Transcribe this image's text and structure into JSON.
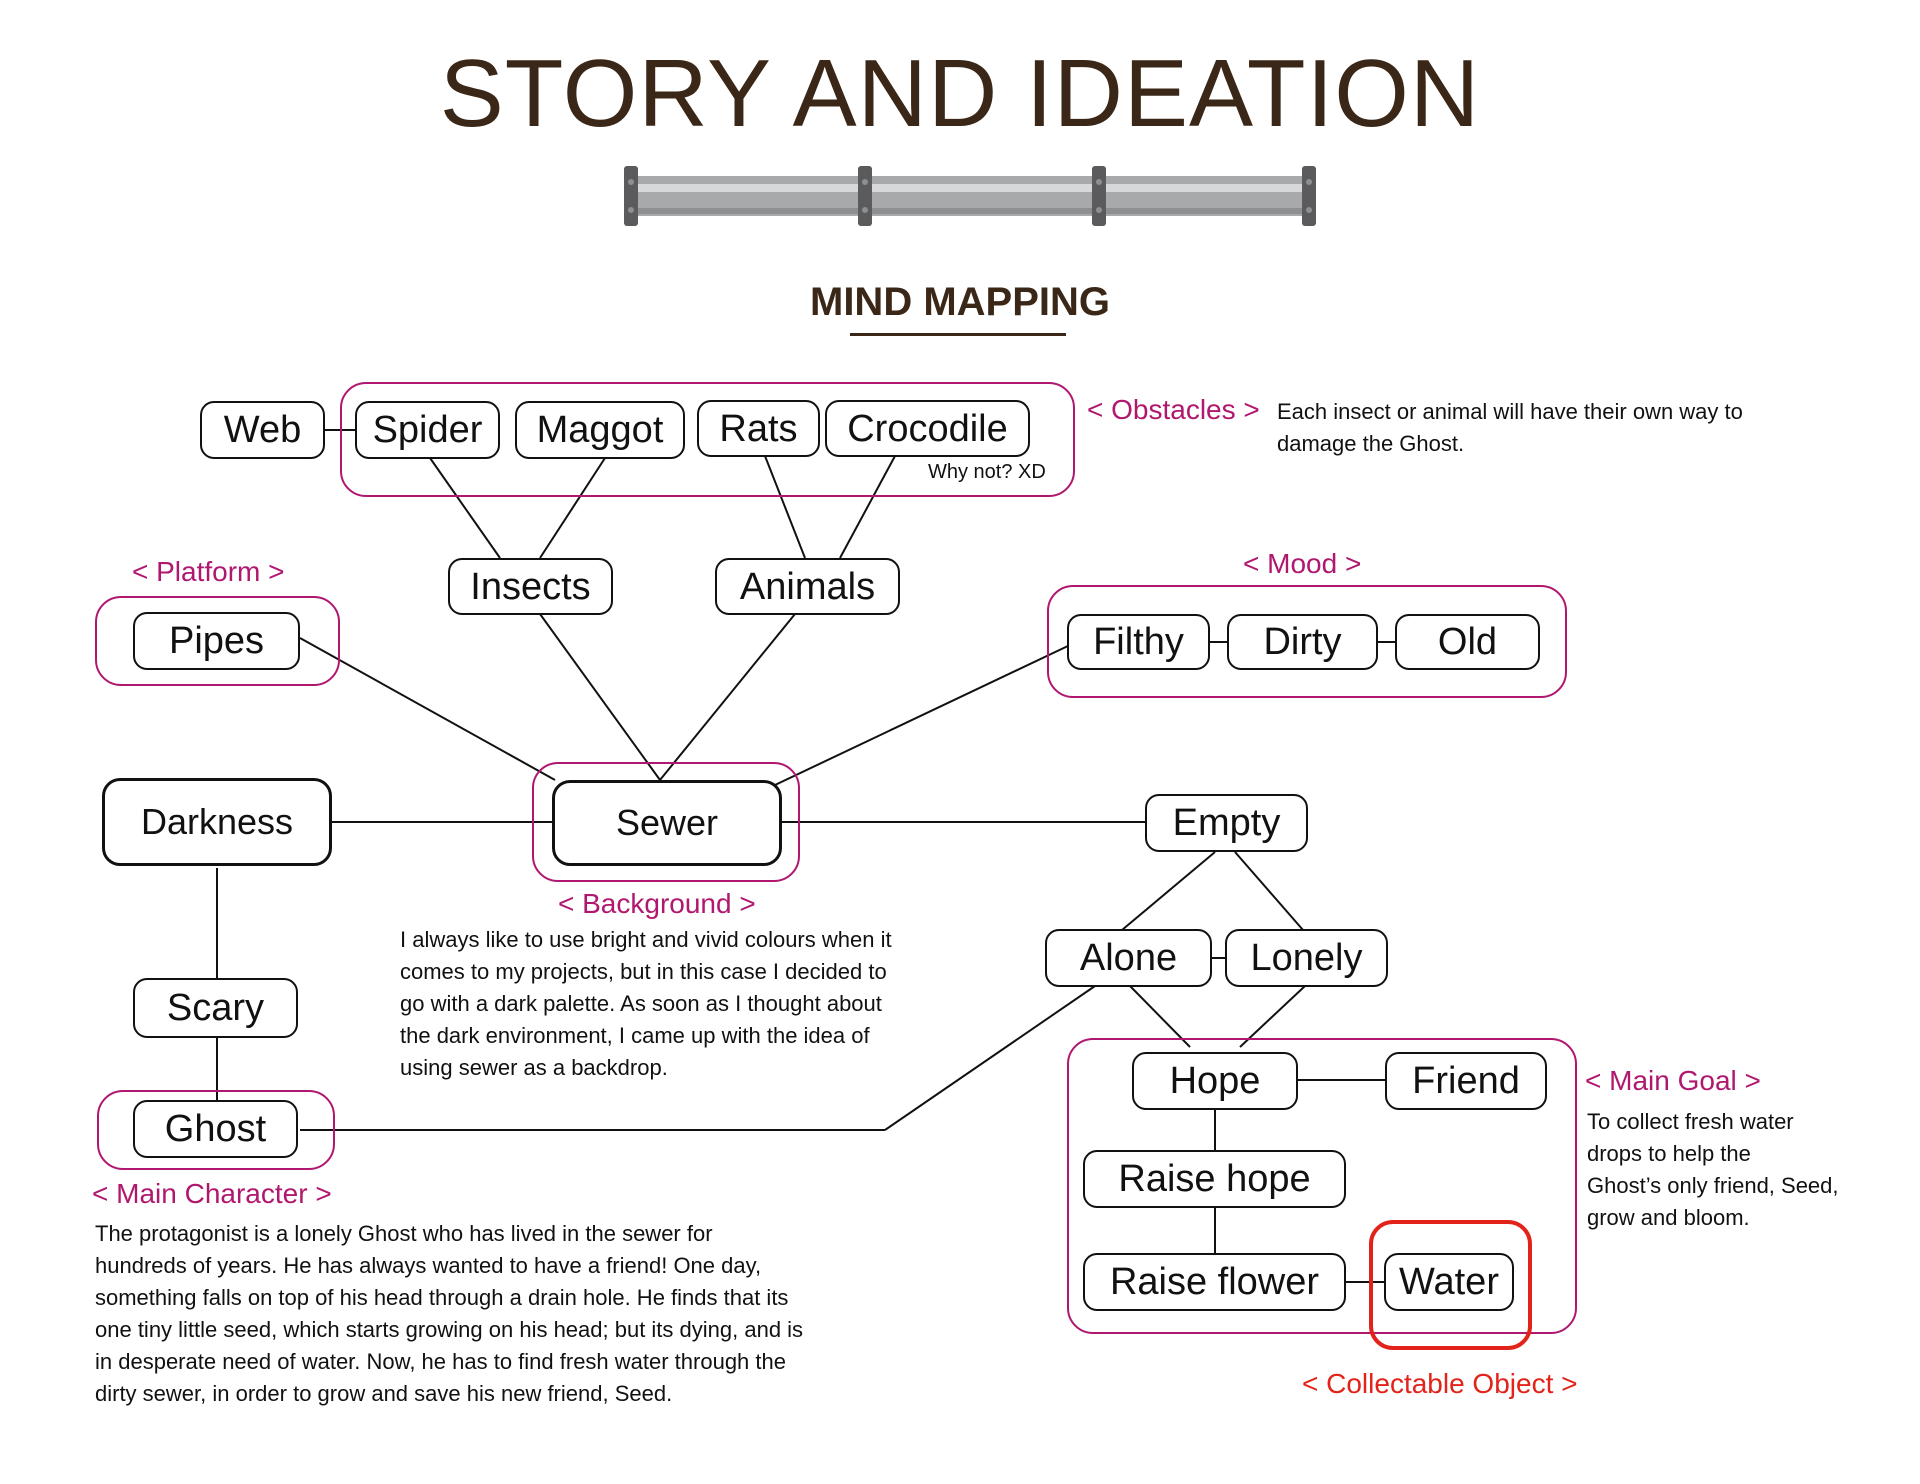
{
  "header": {
    "title": "STORY AND IDEATION",
    "subtitle": "MIND MAPPING"
  },
  "colors": {
    "title": "#3a2717",
    "group_border": "#b0176f",
    "collectable_border": "#e2231a",
    "pipe": "#a8a9ab",
    "pipe_joint": "#5b5b5d"
  },
  "nodes": {
    "web": "Web",
    "spider": "Spider",
    "maggot": "Maggot",
    "rats": "Rats",
    "crocodile": "Crocodile",
    "insects": "Insects",
    "animals": "Animals",
    "pipes": "Pipes",
    "filthy": "Filthy",
    "dirty": "Dirty",
    "old": "Old",
    "darkness": "Darkness",
    "sewer": "Sewer",
    "empty": "Empty",
    "alone": "Alone",
    "lonely": "Lonely",
    "scary": "Scary",
    "ghost": "Ghost",
    "hope": "Hope",
    "friend": "Friend",
    "raise_hope": "Raise hope",
    "raise_flower": "Raise flower",
    "water": "Water"
  },
  "tags": {
    "obstacles": "< Obstacles >",
    "platform": "< Platform >",
    "mood": "< Mood >",
    "background": "< Background >",
    "main_character": "< Main Character >",
    "main_goal": "< Main Goal >",
    "collectable_object": "< Collectable Object >"
  },
  "notes": {
    "crocodile_aside": "Why not? XD",
    "obstacles": [
      "Each insect or animal will have their own way to",
      "damage the Ghost."
    ],
    "background": [
      "I always like to use bright and vivid colours when it",
      "comes to my projects, but in this case I decided to",
      "go with a dark palette.  As soon as I thought about",
      "the dark environment, I came up with the idea of",
      "using sewer as a backdrop."
    ],
    "main_character": [
      "The protagonist is a lonely Ghost who has lived in the sewer for",
      "hundreds of years. He has always wanted to have a friend! One day,",
      "something falls on top of his head through a drain hole. He finds that its",
      "one tiny little seed, which starts growing on his head; but its dying, and is",
      "in desperate need of water. Now, he has to find fresh water through the",
      "dirty sewer, in order to grow and save his new friend, Seed."
    ],
    "main_goal": [
      "To collect fresh water",
      "drops to help the",
      "Ghost’s only friend, Seed,",
      "grow and bloom."
    ]
  }
}
